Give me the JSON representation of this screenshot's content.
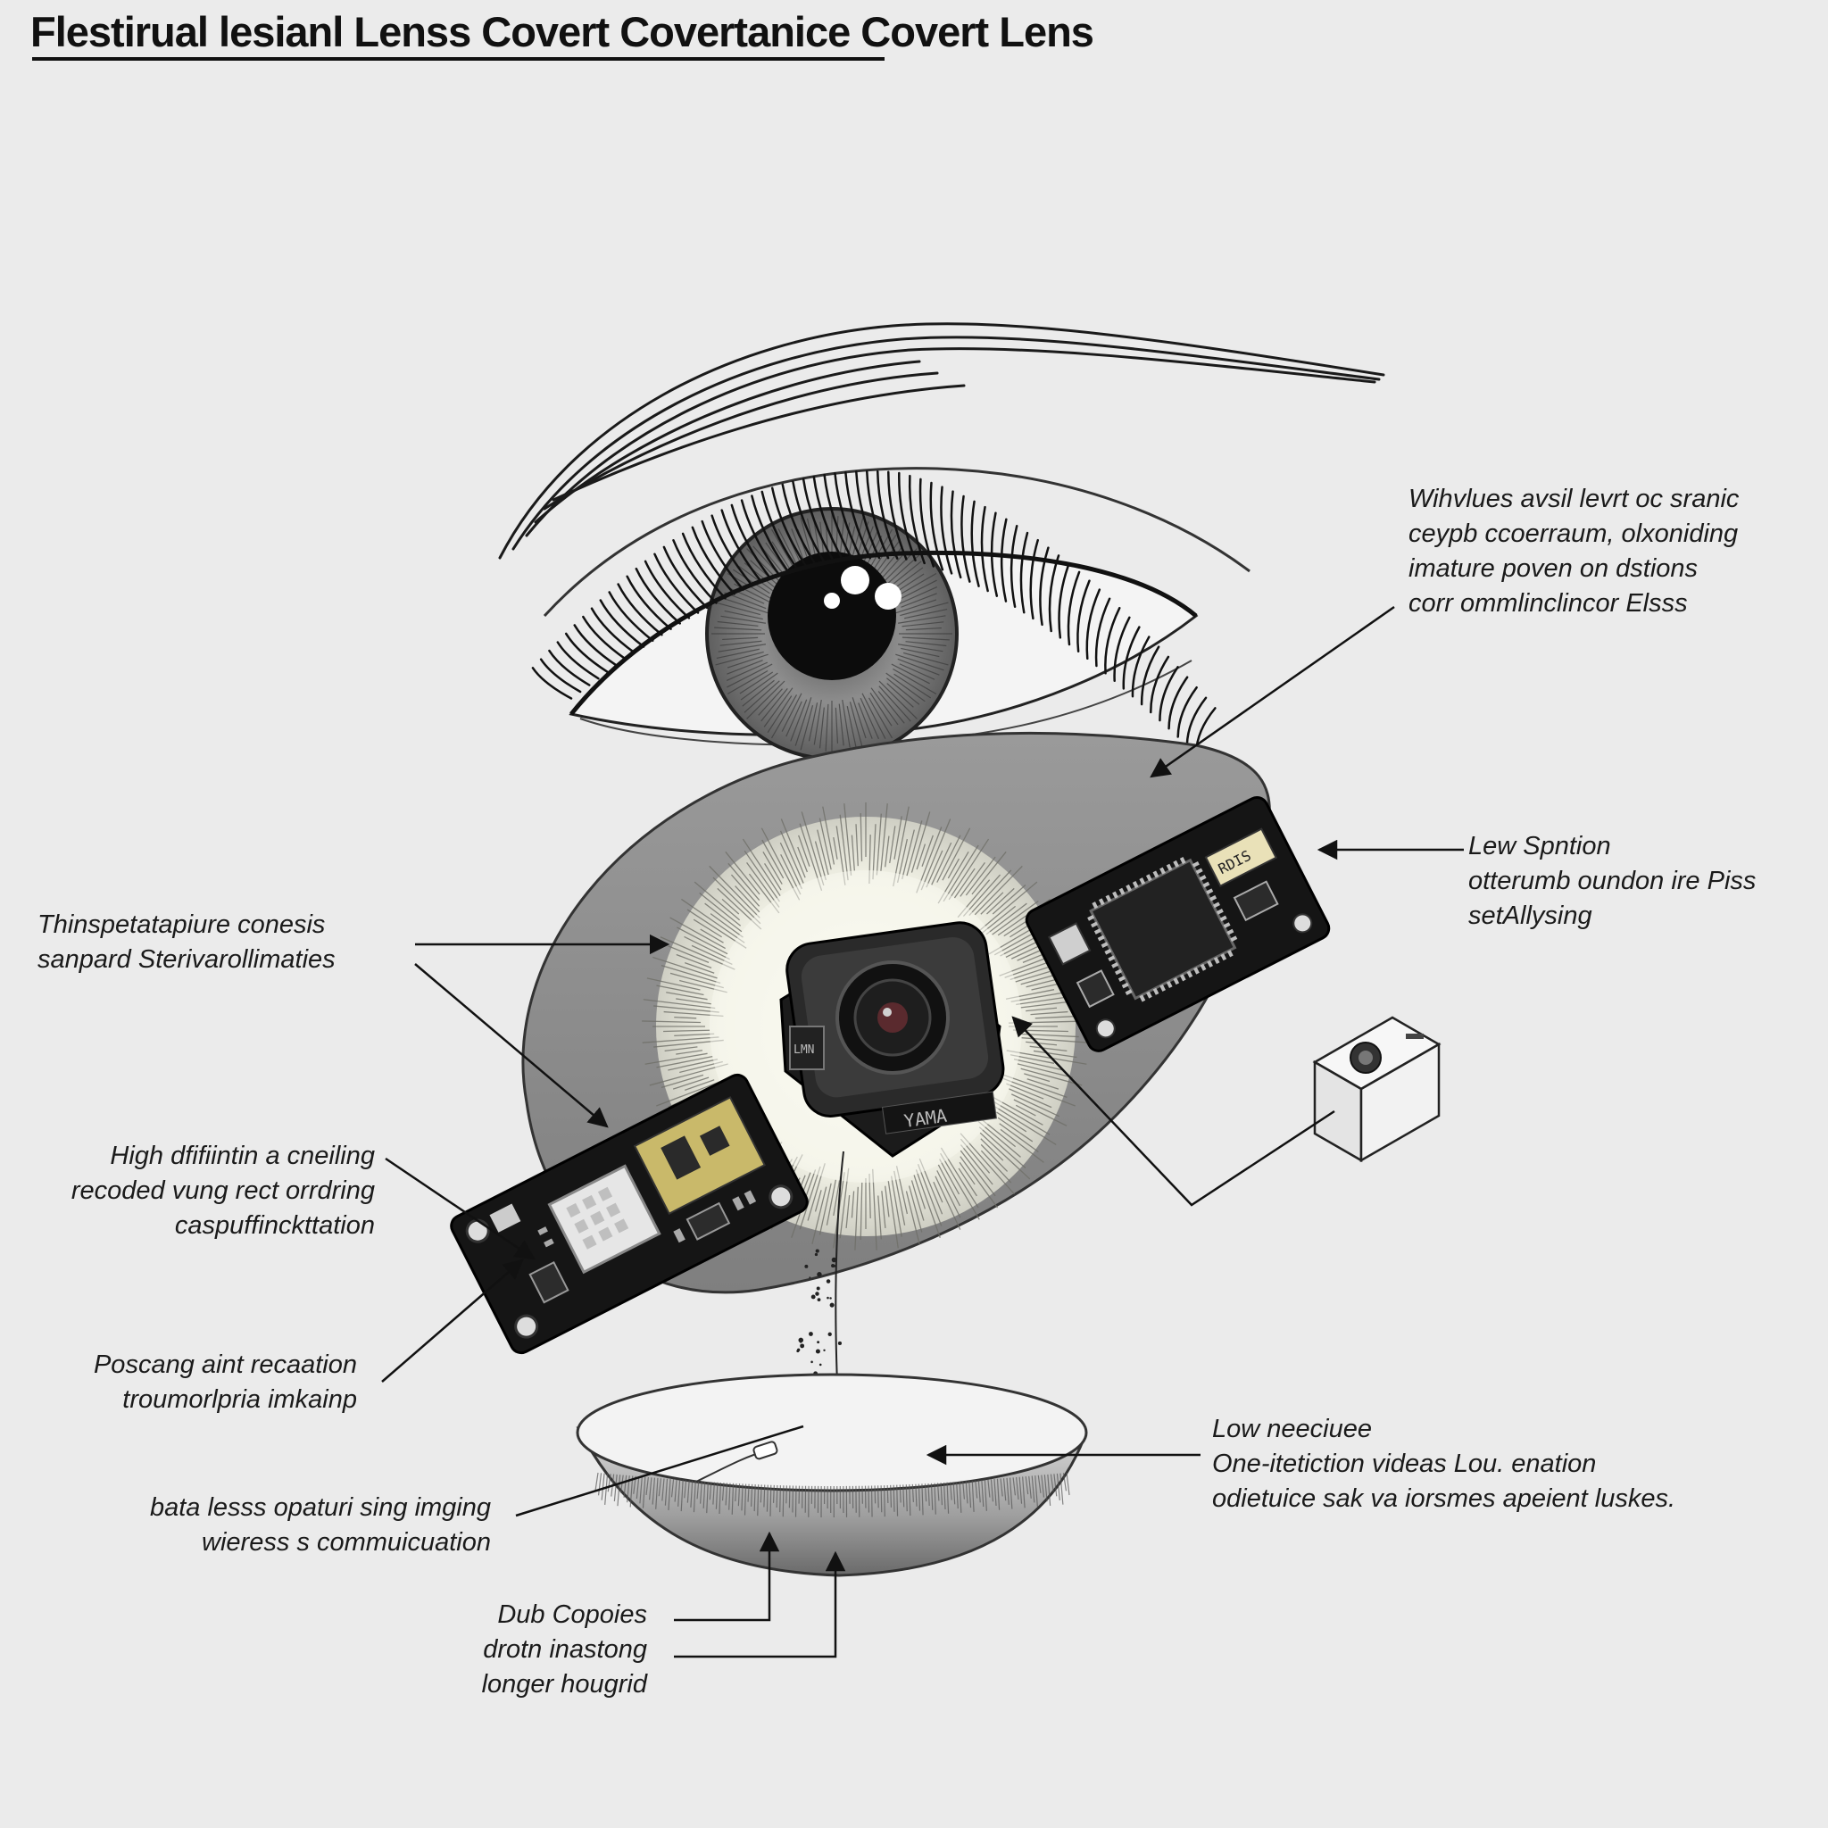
{
  "title": "Flestirual lesianl Lenss Covert Covertanice Covert Lens",
  "labels": {
    "top_right": [
      "Wihvlues avsil levrt oc sranic",
      "ceypb ccoerraum, olxoniding",
      "imature poven on dstions",
      "corr ommlinclincor Elsss"
    ],
    "mid_right": [
      "Lew Spntion",
      "otterumb oundon ire Piss",
      "setAllysing"
    ],
    "mid_left": [
      "Thinspetatapiure conesis",
      "sanpard Sterivarollimaties"
    ],
    "left_1": [
      "High dfifiintin a cneiling",
      "recoded vung rect orrdring",
      "caspuffinckttation"
    ],
    "left_2": [
      "Poscang aint recaation",
      "troumorlpria imkainp"
    ],
    "left_3": [
      "bata lesss opaturi sing imging",
      "wieress s commuicuation"
    ],
    "bottom_right": [
      "Low neeciuee",
      "One-itetiction videas Lou. enation",
      "odietuice sak va iorsmes apeient luskes."
    ],
    "bottom": [
      "Dub Copoies",
      "drotn inastong",
      "longer hougrid"
    ]
  },
  "component_text": {
    "camera_tag": "YAMA",
    "camera_side_tag": "LMN",
    "chip_tag": "RDIS"
  },
  "colors": {
    "background": "#ebebeb",
    "ink": "#111111",
    "iris": "#8a8a8a",
    "lens_body": "#8f8f8f",
    "pcb": "#151515",
    "pad_gold": "#c9b96a"
  }
}
